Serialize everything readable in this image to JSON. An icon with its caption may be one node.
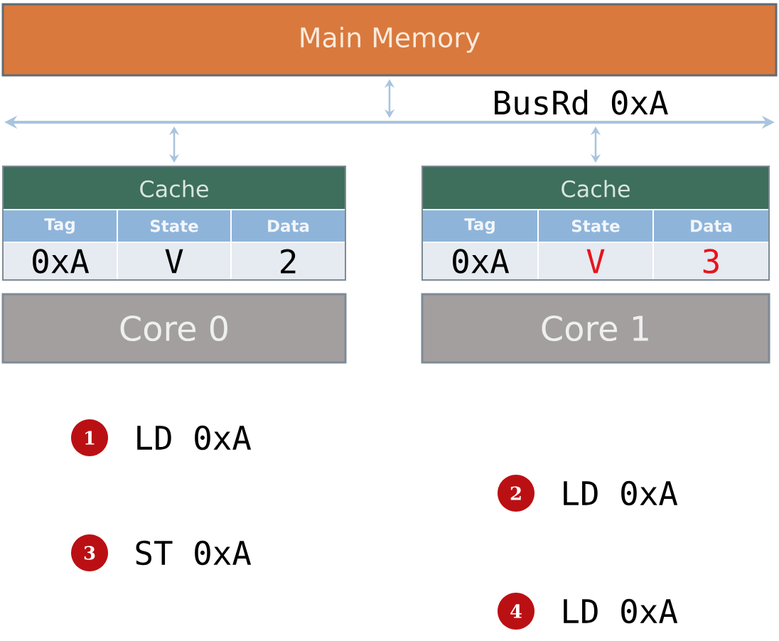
{
  "diagram": {
    "nodes": [
      {
        "text": [
          "Main Memory"
        ]
      },
      {
        "text": [],
        "shape": "line"
      },
      {
        "text": [
          "Cache",
          "Tag",
          "State",
          "Data",
          "0xA",
          "V",
          "2"
        ]
      },
      {
        "text": [
          "Cache",
          "Tag",
          "State",
          "Data",
          "0xA",
          "V",
          "3"
        ]
      },
      {
        "text": [
          "Core 0"
        ]
      },
      {
        "text": [
          "Core 1"
        ]
      },
      {
        "text": [
          "1"
        ],
        "beside": [
          "LD 0xA"
        ]
      },
      {
        "text": [
          "2"
        ],
        "beside": [
          "LD 0xA"
        ]
      },
      {
        "text": [
          "3"
        ],
        "beside": [
          "ST 0xA"
        ]
      },
      {
        "text": [
          "4"
        ],
        "beside": [
          "LD 0xA"
        ]
      }
    ],
    "edges": [
      {
        "from": 0,
        "to": 1,
        "arrow": "both"
      },
      {
        "from": 1,
        "to": 2,
        "arrow": "both"
      },
      {
        "from": 1,
        "to": 3,
        "arrow": "both"
      }
    ],
    "labels": [
      "BusRd 0xA"
    ]
  }
}
